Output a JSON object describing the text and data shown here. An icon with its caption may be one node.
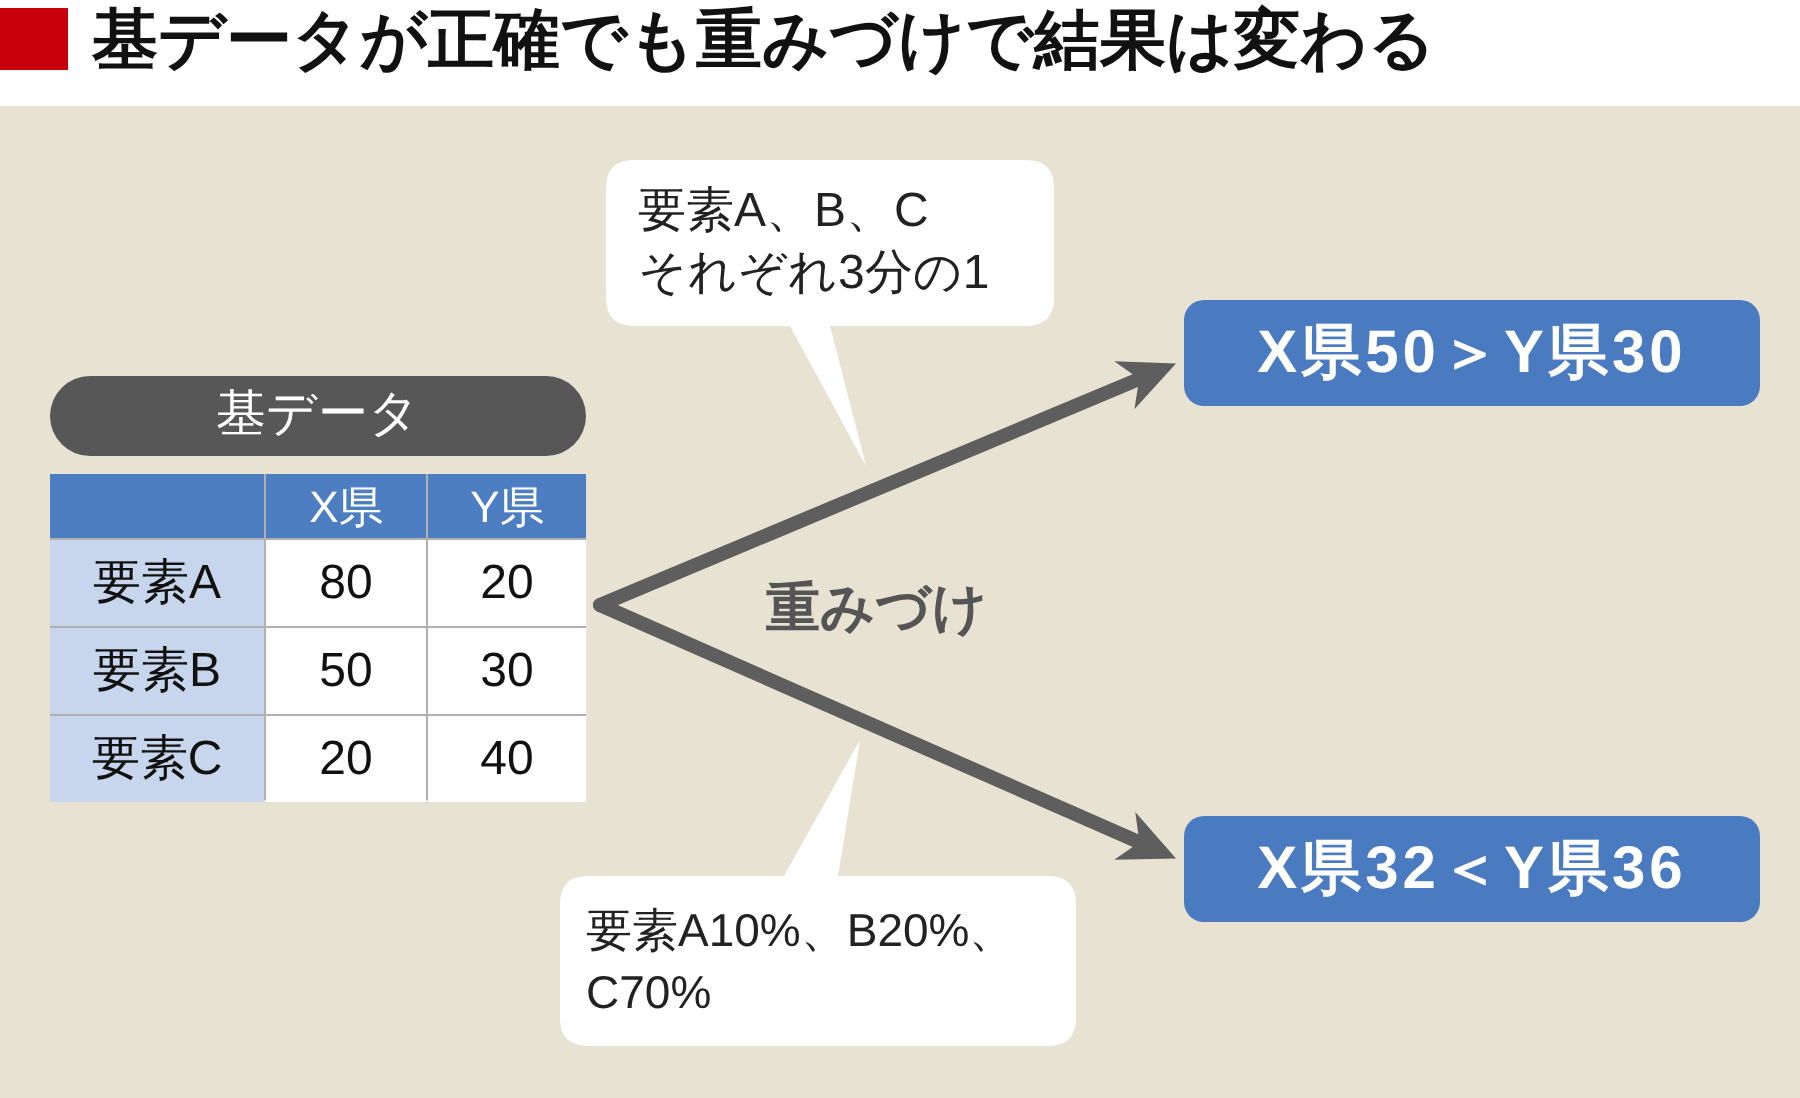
{
  "diagram": {
    "title": "基データが正確でも重みづけで結果は変わる",
    "nodes": [
      {
        "text": [
          "基データ"
        ]
      },
      {
        "text": [
          "要素A、B、C それぞれ3分の1"
        ]
      },
      {
        "text": [
          "X県50＞Y県30"
        ]
      },
      {
        "text": [
          "要素A10%、B20%、C70%"
        ]
      },
      {
        "text": [
          "X県32＜Y県36"
        ]
      }
    ],
    "edges": [
      {
        "from": 0,
        "to": 2,
        "arrow": "to"
      },
      {
        "from": 0,
        "to": 4,
        "arrow": "to"
      }
    ],
    "labels": [
      "X県",
      "Y県",
      "要素A",
      "80",
      "20",
      "要素B",
      "50",
      "30",
      "要素C",
      "20",
      "40",
      "重みづけ"
    ]
  }
}
